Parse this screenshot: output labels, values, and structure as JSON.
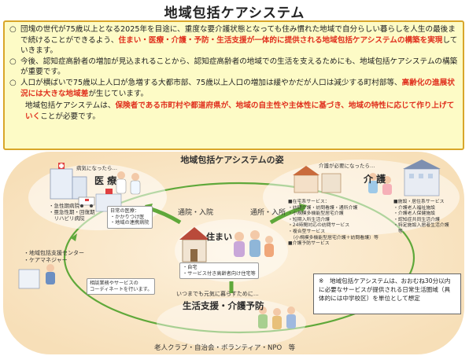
{
  "title": "地域包括ケアシステム",
  "intro": {
    "bullets": [
      {
        "marker": "○",
        "segments": [
          {
            "text": "団塊の世代が75歳以上となる2025年を目途に、重度な要介護状態となっても住み慣れた地域で自分らしい暮らしを人生の最後まで続けることができるよう、",
            "style": "normal"
          },
          {
            "text": "住まい・医療・介護・予防・生活支援が一体的に提供される地域包括ケアシステムの構築を実現",
            "style": "red"
          },
          {
            "text": "していきます。",
            "style": "normal"
          }
        ]
      },
      {
        "marker": "○",
        "segments": [
          {
            "text": "今後、認知症高齢者の増加が見込まれることから、認知症高齢者の地域での生活を支えるためにも、地域包括ケアシステムの構築が重要です。",
            "style": "normal"
          }
        ]
      },
      {
        "marker": "○",
        "segments": [
          {
            "text": "人口が横ばいで75歳以上人口が急増する大都市部、75歳以上人口の増加は緩やかだが人口は減少する町村部等、",
            "style": "normal"
          },
          {
            "text": "高齢化の進展状況には大きな地域差",
            "style": "red"
          },
          {
            "text": "が生じています。",
            "style": "normal"
          }
        ]
      }
    ],
    "closing": [
      {
        "text": "地域包括ケアシステムは、",
        "style": "normal"
      },
      {
        "text": "保険者である市町村や都道府県が、地域の自主性や主体性に基づき、地域の特性に応じて作り上げていく",
        "style": "red"
      },
      {
        "text": "ことが必要です。",
        "style": "normal"
      }
    ]
  },
  "diagram": {
    "title": "地域包括ケアシステムの姿",
    "medical": {
      "caption": "病気になったら…",
      "heading": "医 療",
      "facilities": [
        "・急性期病院",
        "・亜急性期・回復期",
        "　リハビリ病院"
      ],
      "clinic": [
        "日常の医療：",
        "・かかりつけ医",
        "・地域の連携病院"
      ]
    },
    "care": {
      "caption": "介護が必要になったら…",
      "heading": "介 護",
      "home_services": [
        "■在宅系サービス：",
        "・訪問介護・訪問看護・通所介護",
        "・小規模多機能型居宅介護",
        "・短期入所生活介護",
        "・24時間対応の訪問サービス",
        "・複合型サービス",
        "　（小規模多機能型居宅介護＋訪問看護）等",
        "■介護予防サービス"
      ],
      "facility_services": [
        "■施設・居住系サービス",
        "・介護老人福祉施設",
        "・介護老人保健施設",
        "・認知症共同生活介護",
        "・特定施設入居者生活介護",
        "　等"
      ]
    },
    "housing": {
      "heading": "住まい",
      "items": [
        "・自宅",
        "・サービス付き高齢者向け住宅等"
      ]
    },
    "arrows": {
      "to_hospital": "通院・入院",
      "to_care": "通所・入所"
    },
    "support_center": {
      "items": [
        "・地域包括支援センター",
        "・ケアマネジャー"
      ],
      "card": [
        "相談業務やサービスの",
        "コーディネートを行います。"
      ]
    },
    "prevention": {
      "caption": "いつまでも元気に暮らすために…",
      "heading": "生活支援・介護予防",
      "groups": "老人クラブ・自治会・ボランティア・NPO　等"
    },
    "note": "※　地域包括ケアシステムは、おおむね30分以内に必要なサービスが提供される日常生活圏域（具体的には中学校区）を単位として想定"
  },
  "colors": {
    "box_bg": "#fdfbc6",
    "box_border": "#d9a62a",
    "accent_red": "#e0301e",
    "ring_green": "#5fa83a",
    "diagram_bg": "#fbecd4"
  }
}
